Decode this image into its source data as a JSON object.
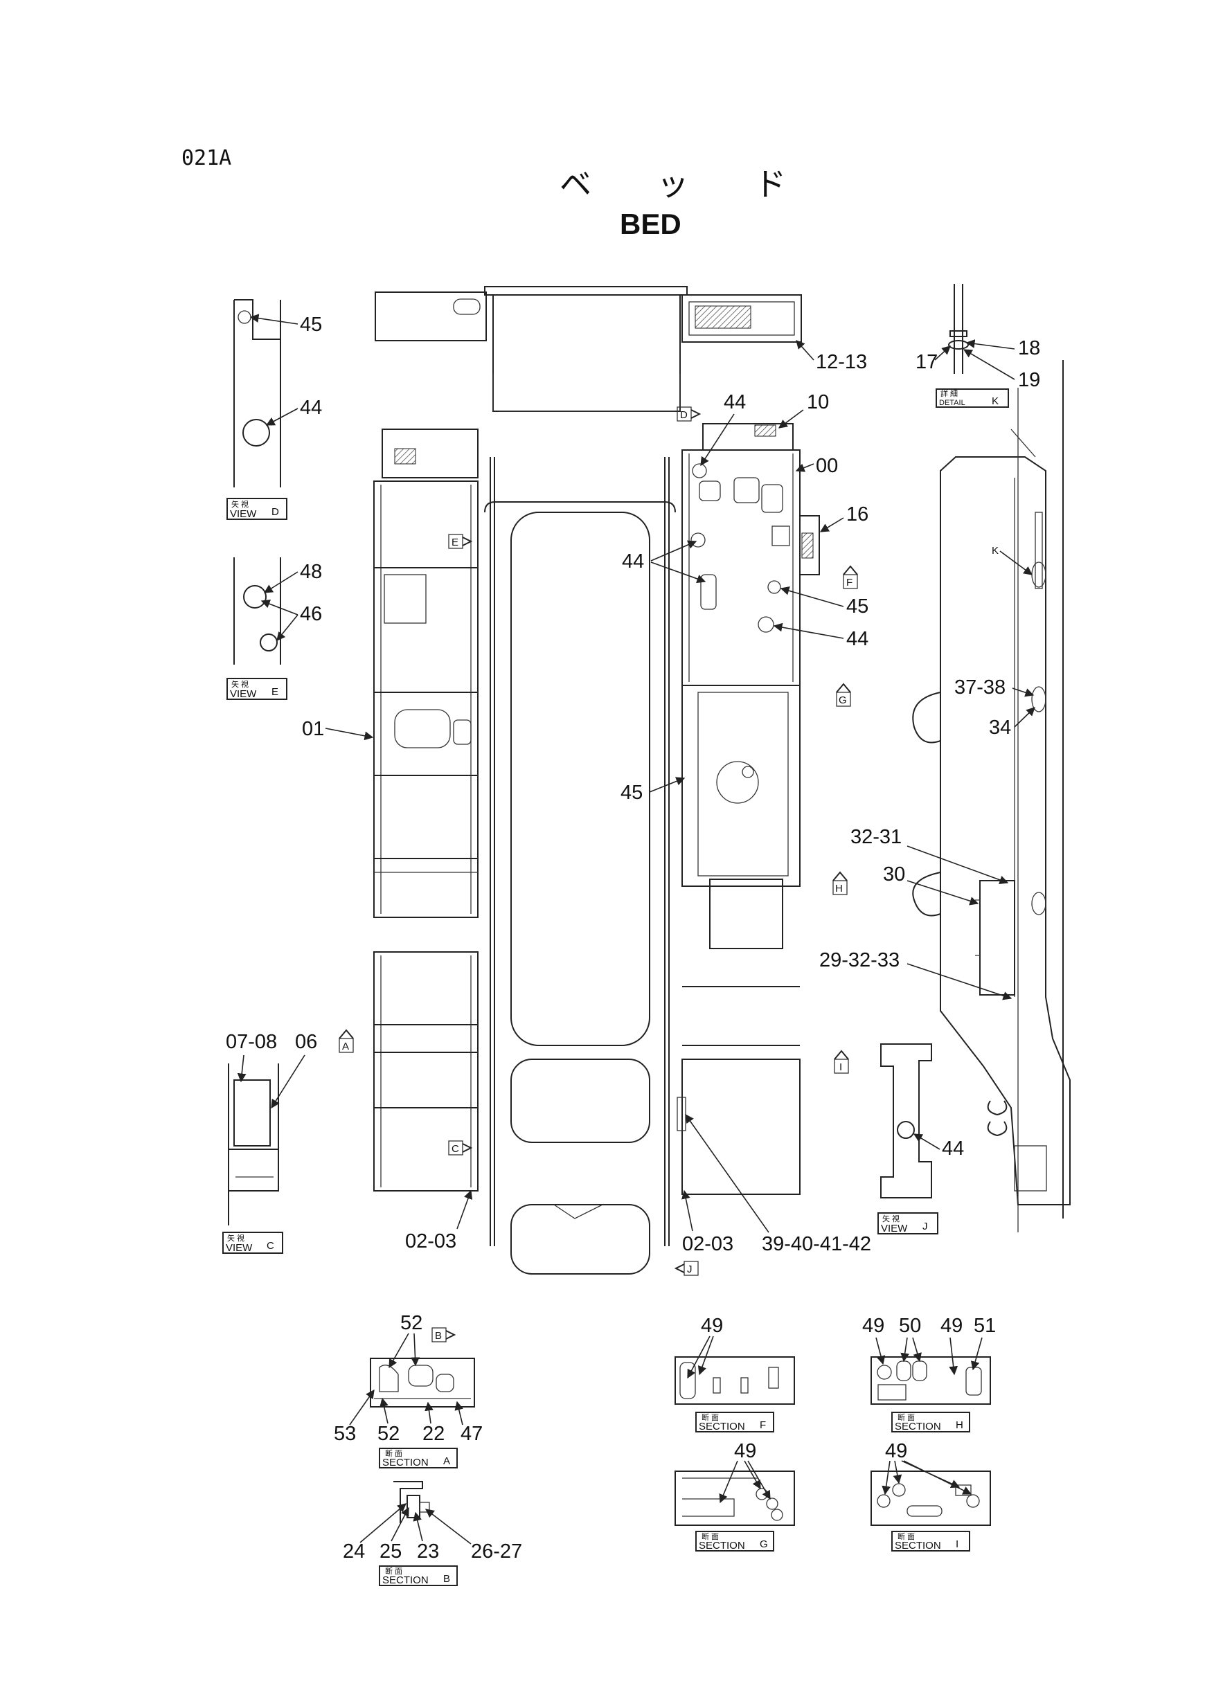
{
  "sheet": {
    "code": "021A",
    "title_jp": "ベ ッ ド",
    "title_en": "BED"
  },
  "views": {
    "D": {
      "jp": "矢 視",
      "en": "VIEW",
      "letter": "D"
    },
    "E": {
      "jp": "矢 視",
      "en": "VIEW",
      "letter": "E"
    },
    "C": {
      "jp": "矢 視",
      "en": "VIEW",
      "letter": "C"
    },
    "J": {
      "jp": "矢 視",
      "en": "VIEW",
      "letter": "J"
    },
    "K": {
      "jp": "詳 細",
      "en": "DETAIL",
      "letter": "K"
    }
  },
  "sections": {
    "A": {
      "jp": "断 面",
      "en": "SECTION",
      "letter": "A"
    },
    "B": {
      "jp": "断 面",
      "en": "SECTION",
      "letter": "B"
    },
    "F": {
      "jp": "断 面",
      "en": "SECTION",
      "letter": "F"
    },
    "G": {
      "jp": "断 面",
      "en": "SECTION",
      "letter": "G"
    },
    "H": {
      "jp": "断 面",
      "en": "SECTION",
      "letter": "H"
    },
    "I": {
      "jp": "断 面",
      "en": "SECTION",
      "letter": "I"
    }
  },
  "view_arrows": [
    "A",
    "B",
    "C",
    "D",
    "E",
    "F",
    "G",
    "H",
    "I",
    "J"
  ],
  "callouts": {
    "c45_d": "45",
    "c44_d": "44",
    "c48": "48",
    "c46": "46",
    "c12_13": "12-13",
    "c44_top": "44",
    "c10": "10",
    "c00": "00",
    "c16": "16",
    "c44_mid": "44",
    "c45_mid": "45",
    "c44_mid2": "44",
    "c01": "01",
    "c45_left": "45",
    "c17": "17",
    "c18": "18",
    "c19": "19",
    "cK": "K",
    "c37_38": "37-38",
    "c34": "34",
    "c32_31": "32-31",
    "c30": "30",
    "c29_32_33": "29-32-33",
    "c07_08": "07-08",
    "c06": "06",
    "c02_03_l": "02-03",
    "c02_03_r": "02-03",
    "c39_42": "39-40-41-42",
    "c44_j": "44",
    "c52_top": "52",
    "c53": "53",
    "c52_bot": "52",
    "c22": "22",
    "c47": "47",
    "c24": "24",
    "c25": "25",
    "c23": "23",
    "c26_27": "26-27",
    "c49_f": "49",
    "c49_g": "49",
    "c49_h1": "49",
    "c50": "50",
    "c49_h2": "49",
    "c51": "51",
    "c49_i": "49"
  }
}
